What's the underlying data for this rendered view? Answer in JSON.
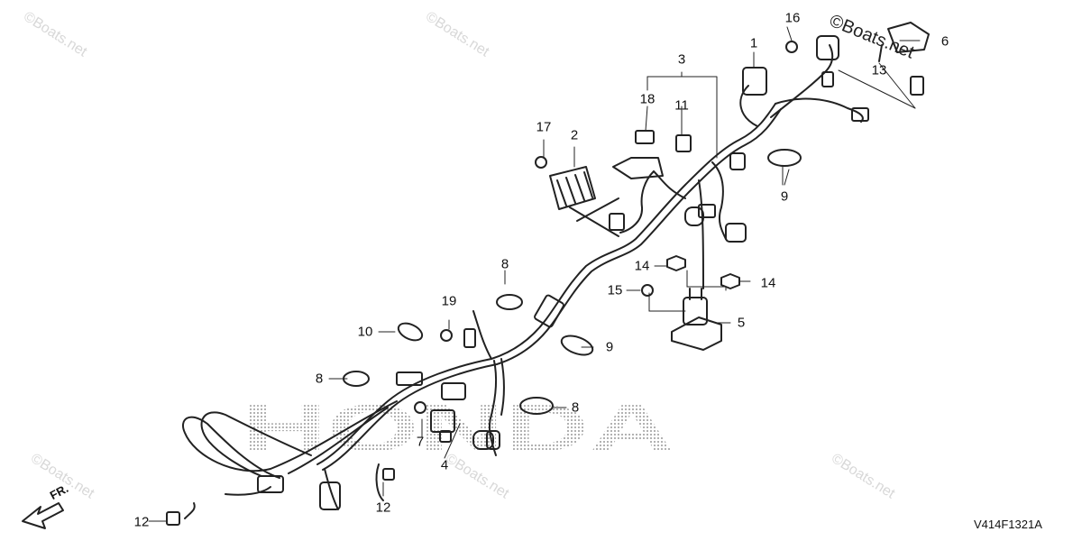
{
  "diagram": {
    "code": "V414F1321A",
    "front_label": "FR.",
    "watermarks": {
      "repeated": "©Boats.net",
      "copyright": "©Boats.net"
    },
    "callouts": {
      "c1": "1",
      "c2": "2",
      "c3": "3",
      "c4": "4",
      "c5": "5",
      "c6": "6",
      "c7": "7",
      "c8a": "8",
      "c8b": "8",
      "c8c": "8",
      "c9a": "9",
      "c9b": "9",
      "c10": "10",
      "c11": "11",
      "c12a": "12",
      "c12b": "12",
      "c13": "13",
      "c14a": "14",
      "c14b": "14",
      "c15": "15",
      "c16": "16",
      "c17": "17",
      "c18": "18",
      "c19": "19"
    },
    "brand_logo_text": "HONDA"
  },
  "colors": {
    "line": "#222222",
    "logo_dots": "#9a9a9a",
    "watermark": "#d8d8d8"
  }
}
